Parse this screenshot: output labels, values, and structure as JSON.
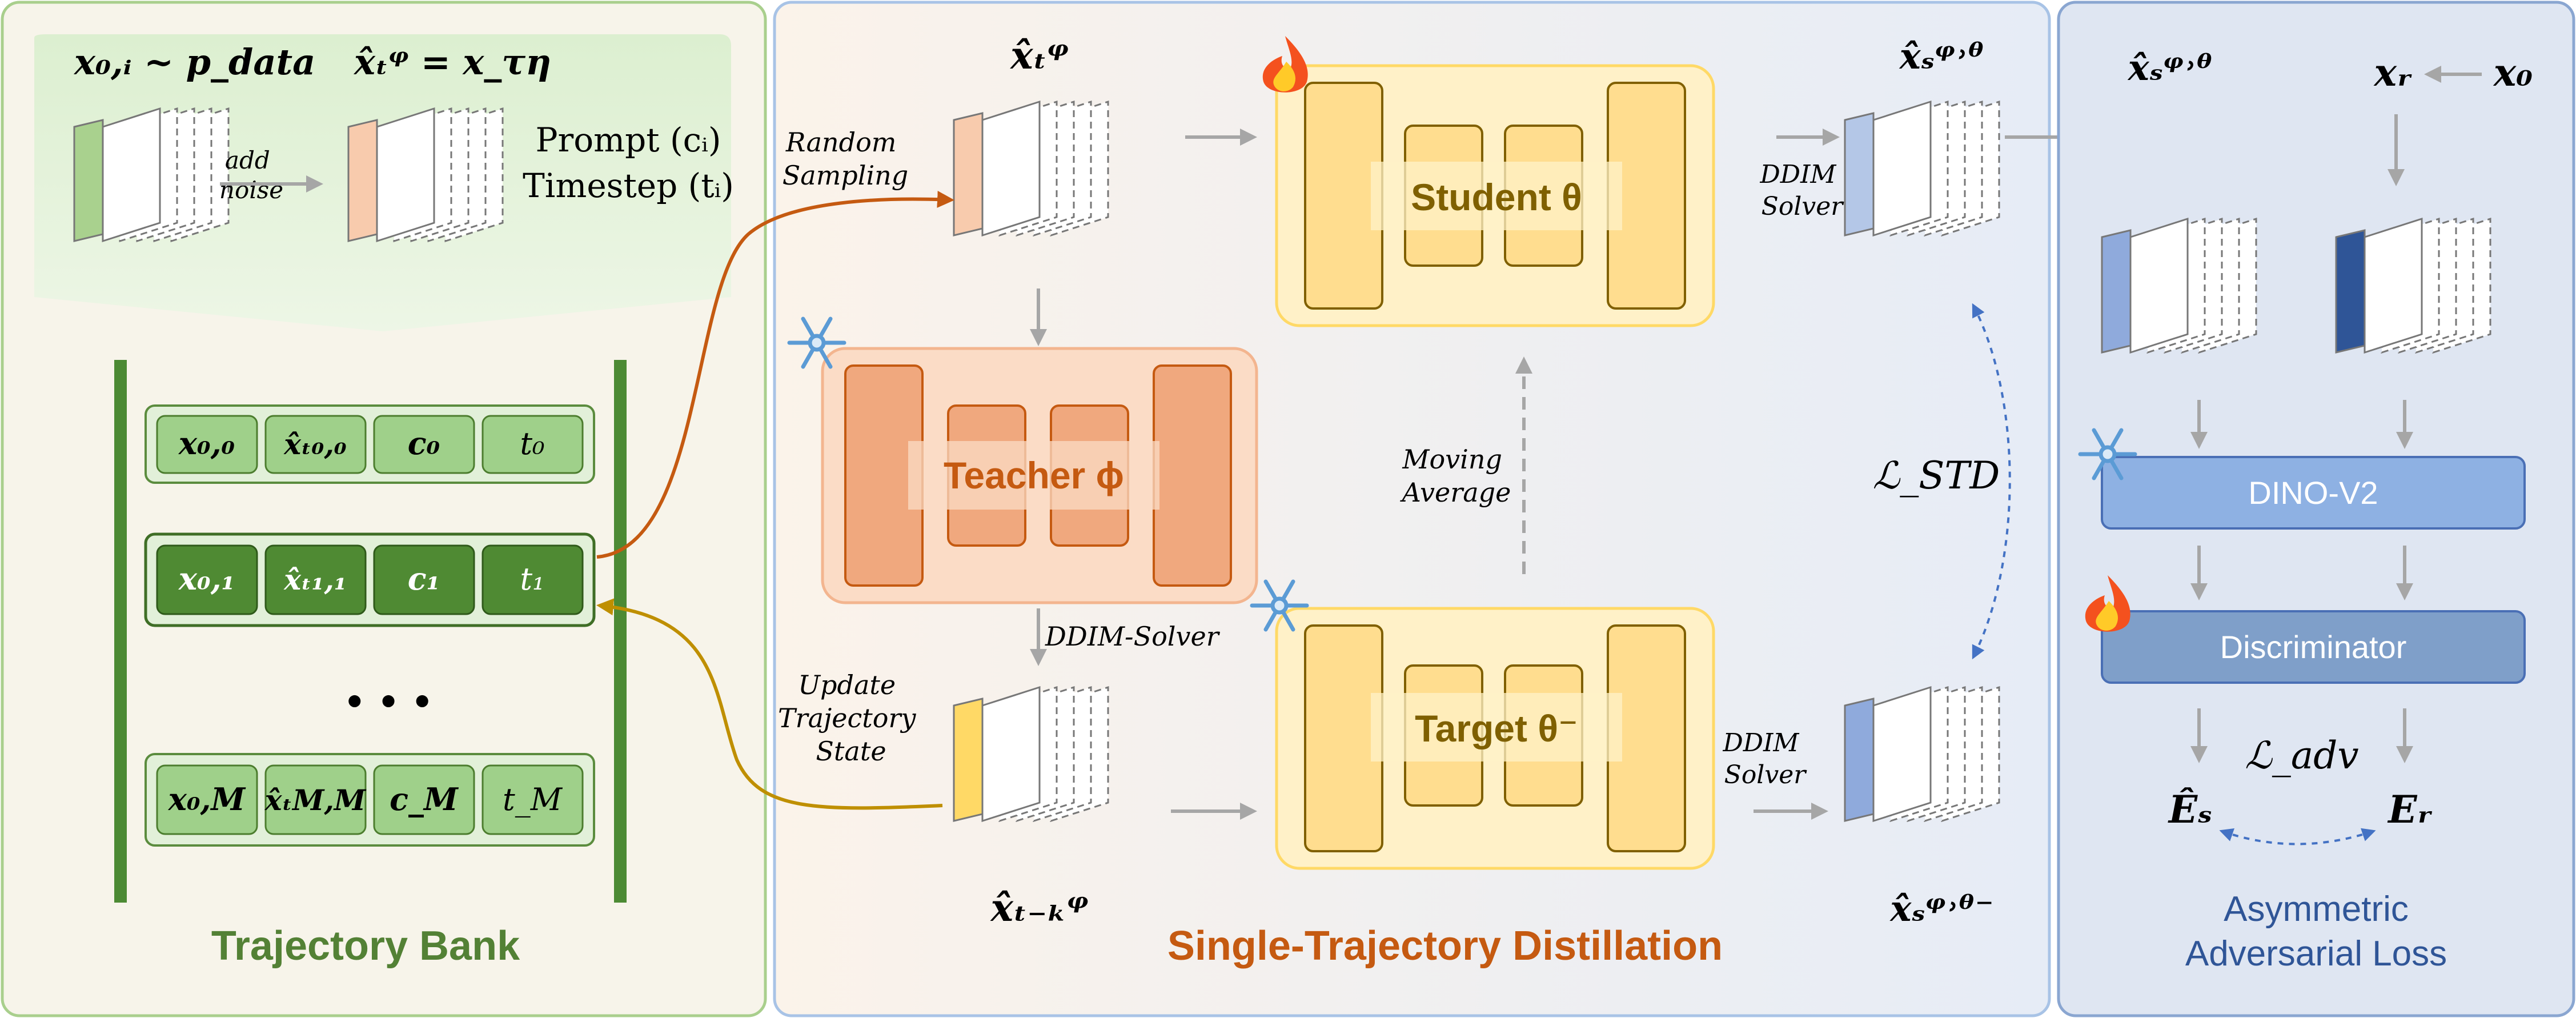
{
  "colors": {
    "bank_panel_bg": "#f6f5ec",
    "bank_panel_border": "#a9cf8d",
    "bank_dark_green": "#4c8a34",
    "bank_cell_light": "#9fd08a",
    "bank_cell_dark": "#4f8a33",
    "bank_title": "#538135",
    "std_panel_border": "#a8c3e6",
    "std_title": "#c55a11",
    "teacher_fill": "#f0a87e",
    "teacher_panel": "#fbdcc6",
    "student_fill": "#ffdd8f",
    "student_panel": "#fff1c8",
    "curve_orange": "#c55a11",
    "curve_gold": "#bf8f00",
    "adv_panel_bg": "#dfe6f2",
    "adv_panel_border": "#8aa6d1",
    "dino_fill": "#8eb1e3",
    "disc_fill": "#7f9fc9",
    "adv_title": "#2f5597",
    "arrow_gray": "#a6a6a6",
    "dashed_blue": "#4472c4"
  },
  "icons": {
    "fire": "fire-icon",
    "snowflake": "snowflake-icon"
  },
  "trajectory_bank": {
    "title": "Trajectory Bank",
    "sampling_label": "x₀,ᵢ ~ p_data",
    "noised_label": "x̂ₜᵠ = x_τη",
    "add_noise_label": "add\nnoise",
    "prompt_label": "Prompt (cᵢ)",
    "timestep_label": "Timestep (tᵢ)",
    "rows": [
      {
        "x0": "x₀,₀",
        "xhat": "x̂ₜ₀,₀",
        "c": "c₀",
        "t": "t₀",
        "style": "light"
      },
      {
        "x0": "x₀,₁",
        "xhat": "x̂ₜ₁,₁",
        "c": "c₁",
        "t": "t₁",
        "style": "dark"
      },
      {
        "x0": "x₀,M",
        "xhat": "x̂ₜM,M",
        "c": "c_M",
        "t": "t_M",
        "style": "light"
      }
    ],
    "ellipsis": "• • •"
  },
  "single_trajectory_distillation": {
    "title": "Single-Trajectory Distillation",
    "xt_label": "x̂ₜᵠ",
    "xtk_label": "x̂ₜ₋ₖᵠ",
    "random_sampling": "Random\nSampling",
    "update_trajectory": "Update\nTrajectory\nState",
    "teacher_label": "Teacher ϕ",
    "student_label": "Student θ",
    "target_label": "Target θ⁻",
    "ddim_solver_teacher": "DDIM-Solver",
    "ddim_solver_top": "DDIM\nSolver",
    "ddim_solver_bottom": "DDIM\nSolver",
    "moving_average": "Moving\nAverage",
    "loss_label": "ℒ_STD",
    "xs_student": "x̂ₛᵠ˒ᶿ",
    "xs_target": "x̂ₛᵠ˒ᶿ⁻"
  },
  "asymmetric_adversarial_loss": {
    "title_line1": "Asymmetric",
    "title_line2": "Adversarial Loss",
    "xs_label": "x̂ₛᵠ˒ᶿ",
    "xr_label": "xᵣ",
    "x0_label": "x₀",
    "dino_label": "DINO-V2",
    "discriminator_label": "Discriminator",
    "loss_label": "ℒ_adv",
    "es_label": "Êₛ",
    "er_label": "Eᵣ"
  }
}
